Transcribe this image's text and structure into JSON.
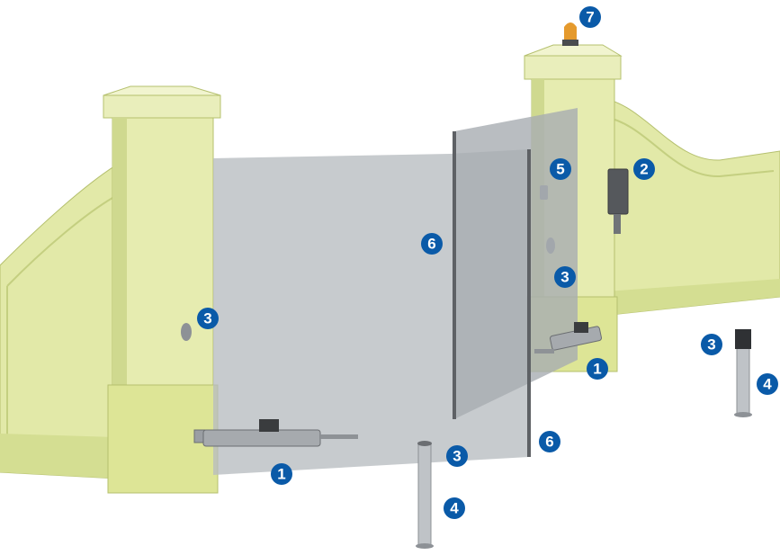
{
  "colors": {
    "wall": "#e2e9a8",
    "wall_shade": "#cdd88a",
    "wall_edge": "#b5c06e",
    "pillar_front": "#e6ecb0",
    "pillar_side": "#cfd98f",
    "cap_top": "#f1f4cf",
    "gate_leaf": "#b7bcc0",
    "gate_edge": "#5e6165",
    "accent": "#0a5aa8",
    "callout_text": "#ffffff"
  },
  "callouts": [
    {
      "id": "left-pillar-photocell",
      "number": "3"
    },
    {
      "id": "left-gate-actuator",
      "number": "1"
    },
    {
      "id": "right-gate-actuator",
      "number": "1"
    },
    {
      "id": "control-unit",
      "number": "2"
    },
    {
      "id": "right-pillar-photocell",
      "number": "3"
    },
    {
      "id": "key-selector",
      "number": "5"
    },
    {
      "id": "flashing-light",
      "number": "7"
    },
    {
      "id": "gate-leaf-edge-left",
      "number": "6"
    },
    {
      "id": "gate-leaf-edge-right",
      "number": "6"
    },
    {
      "id": "center-post-photocell",
      "number": "3"
    },
    {
      "id": "center-post",
      "number": "4"
    },
    {
      "id": "right-post-photocell",
      "number": "3"
    },
    {
      "id": "right-post",
      "number": "4"
    }
  ]
}
